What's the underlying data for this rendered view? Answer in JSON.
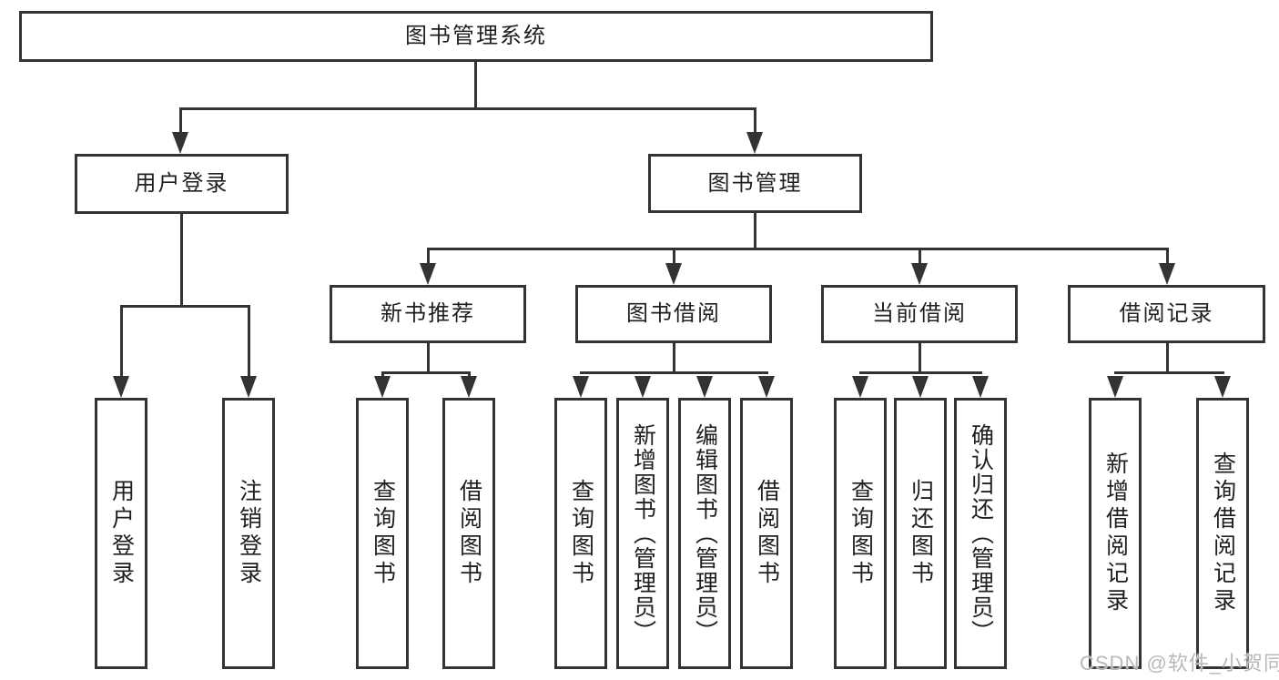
{
  "tree": {
    "label": "图书管理系统",
    "children": [
      {
        "label": "用户登录",
        "children": [
          {
            "label": "用户登录"
          },
          {
            "label": "注销登录"
          }
        ]
      },
      {
        "label": "图书管理",
        "children": [
          {
            "label": "新书推荐",
            "children": [
              {
                "label": "查询图书"
              },
              {
                "label": "借阅图书"
              }
            ]
          },
          {
            "label": "图书借阅",
            "children": [
              {
                "label": "查询图书"
              },
              {
                "label": "新增图书（管理员）"
              },
              {
                "label": "编辑图书（管理员）"
              },
              {
                "label": "借阅图书"
              }
            ]
          },
          {
            "label": "当前借阅",
            "children": [
              {
                "label": "查询图书"
              },
              {
                "label": "归还图书"
              },
              {
                "label": "确认归还（管理员）"
              }
            ]
          },
          {
            "label": "借阅记录",
            "children": [
              {
                "label": "新增借阅记录"
              },
              {
                "label": "查询借阅记录"
              }
            ]
          }
        ]
      }
    ]
  },
  "watermark": "CSDN @软件_小贺同学",
  "colors": {
    "line": "#333333",
    "text": "#1f1f1f",
    "background": "#ffffff",
    "watermark": "#b9b9b9"
  }
}
